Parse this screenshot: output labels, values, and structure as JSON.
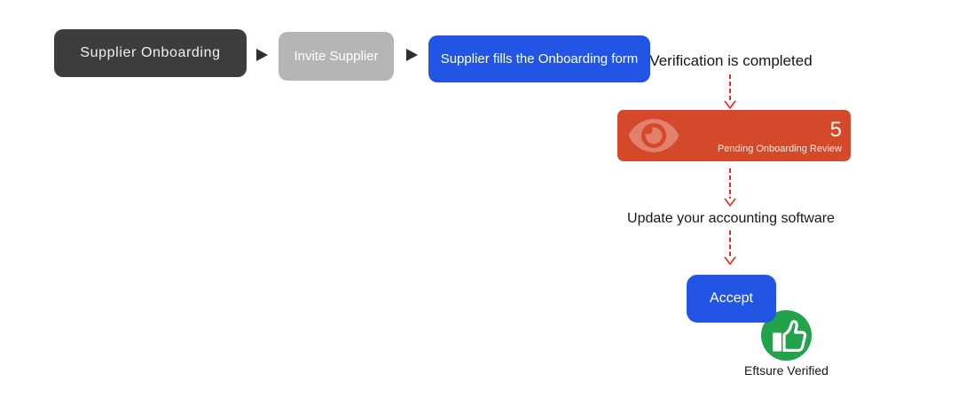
{
  "flow": {
    "steps": [
      {
        "label": "Supplier Onboarding"
      },
      {
        "label": "Invite Supplier"
      },
      {
        "label": "Supplier fills the Onboarding form"
      }
    ],
    "verification_label": "Verification is completed",
    "pending_card": {
      "count": "5",
      "label": "Pending Onboarding Review",
      "icon": "eye-icon"
    },
    "update_label": "Update your accounting software",
    "accept_button_label": "Accept",
    "verified_label": "Eftsure Verified",
    "verified_icon": "thumbs-up-icon"
  },
  "colors": {
    "step_dark_bg": "#3d3d3d",
    "step_gray_bg": "#b5b5b5",
    "accent_blue": "#2355e4",
    "pending_red": "#d5492b",
    "arrow_red": "#e8291c",
    "verified_green": "#23a24c",
    "text_dark": "#15171c",
    "background": "#ffffff"
  }
}
